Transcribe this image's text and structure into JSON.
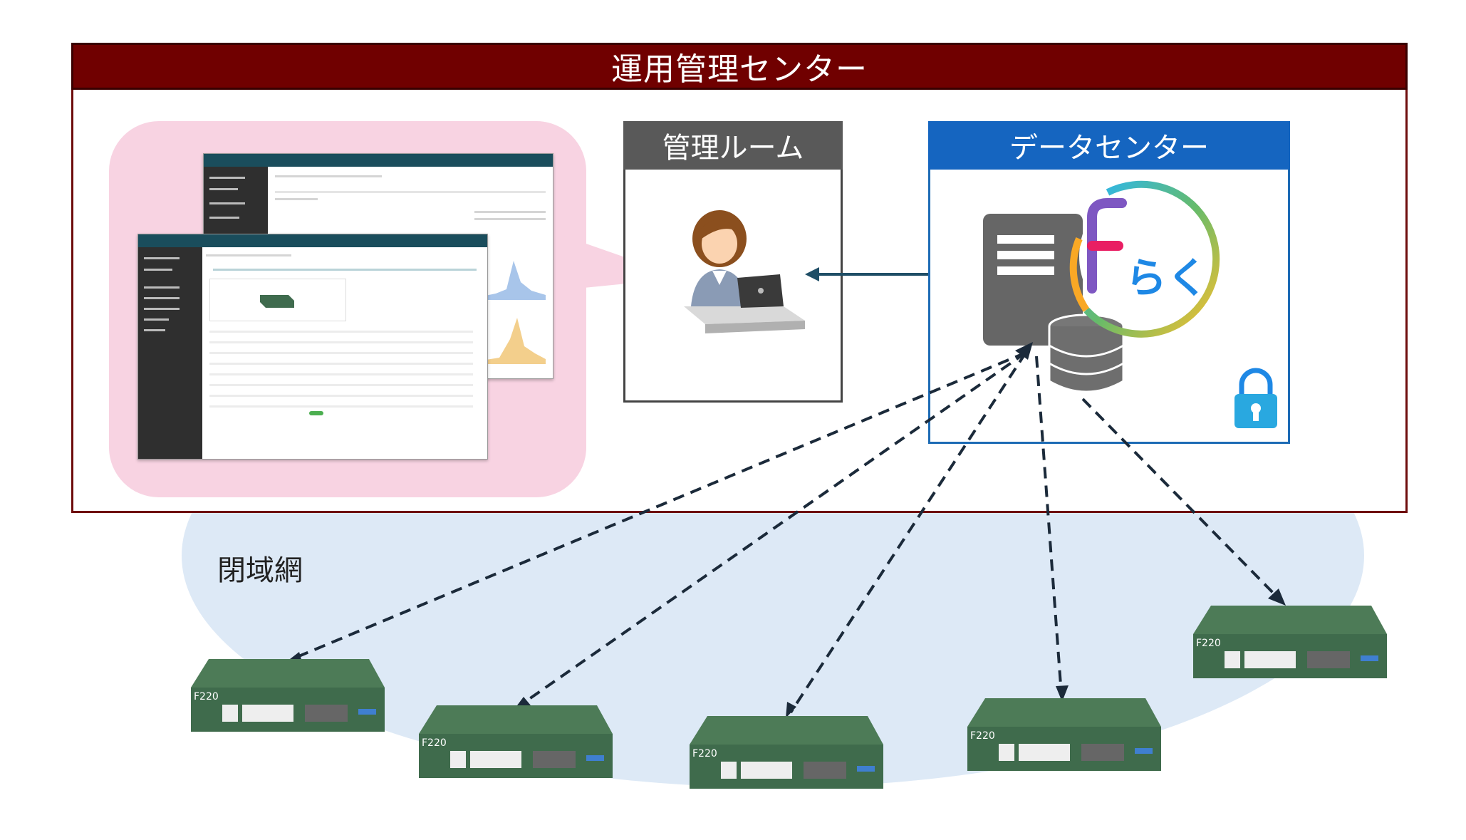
{
  "diagram": {
    "ops_center_title": "運用管理センター",
    "management_room_title": "管理ルーム",
    "data_center_title": "データセンター",
    "closed_network_label": "閉域網",
    "logo_text": "らく",
    "device_model_label": "F220",
    "device_count": 5
  },
  "colors": {
    "ops_header": "#700000",
    "management_header": "#595959",
    "data_center_header": "#1565c0",
    "closed_network": "#dde9f6",
    "arrow": "#1b2a3a"
  },
  "icons": [
    "person-at-laptop-icon",
    "server-icon",
    "database-icon",
    "lock-icon",
    "router-device-icon"
  ]
}
